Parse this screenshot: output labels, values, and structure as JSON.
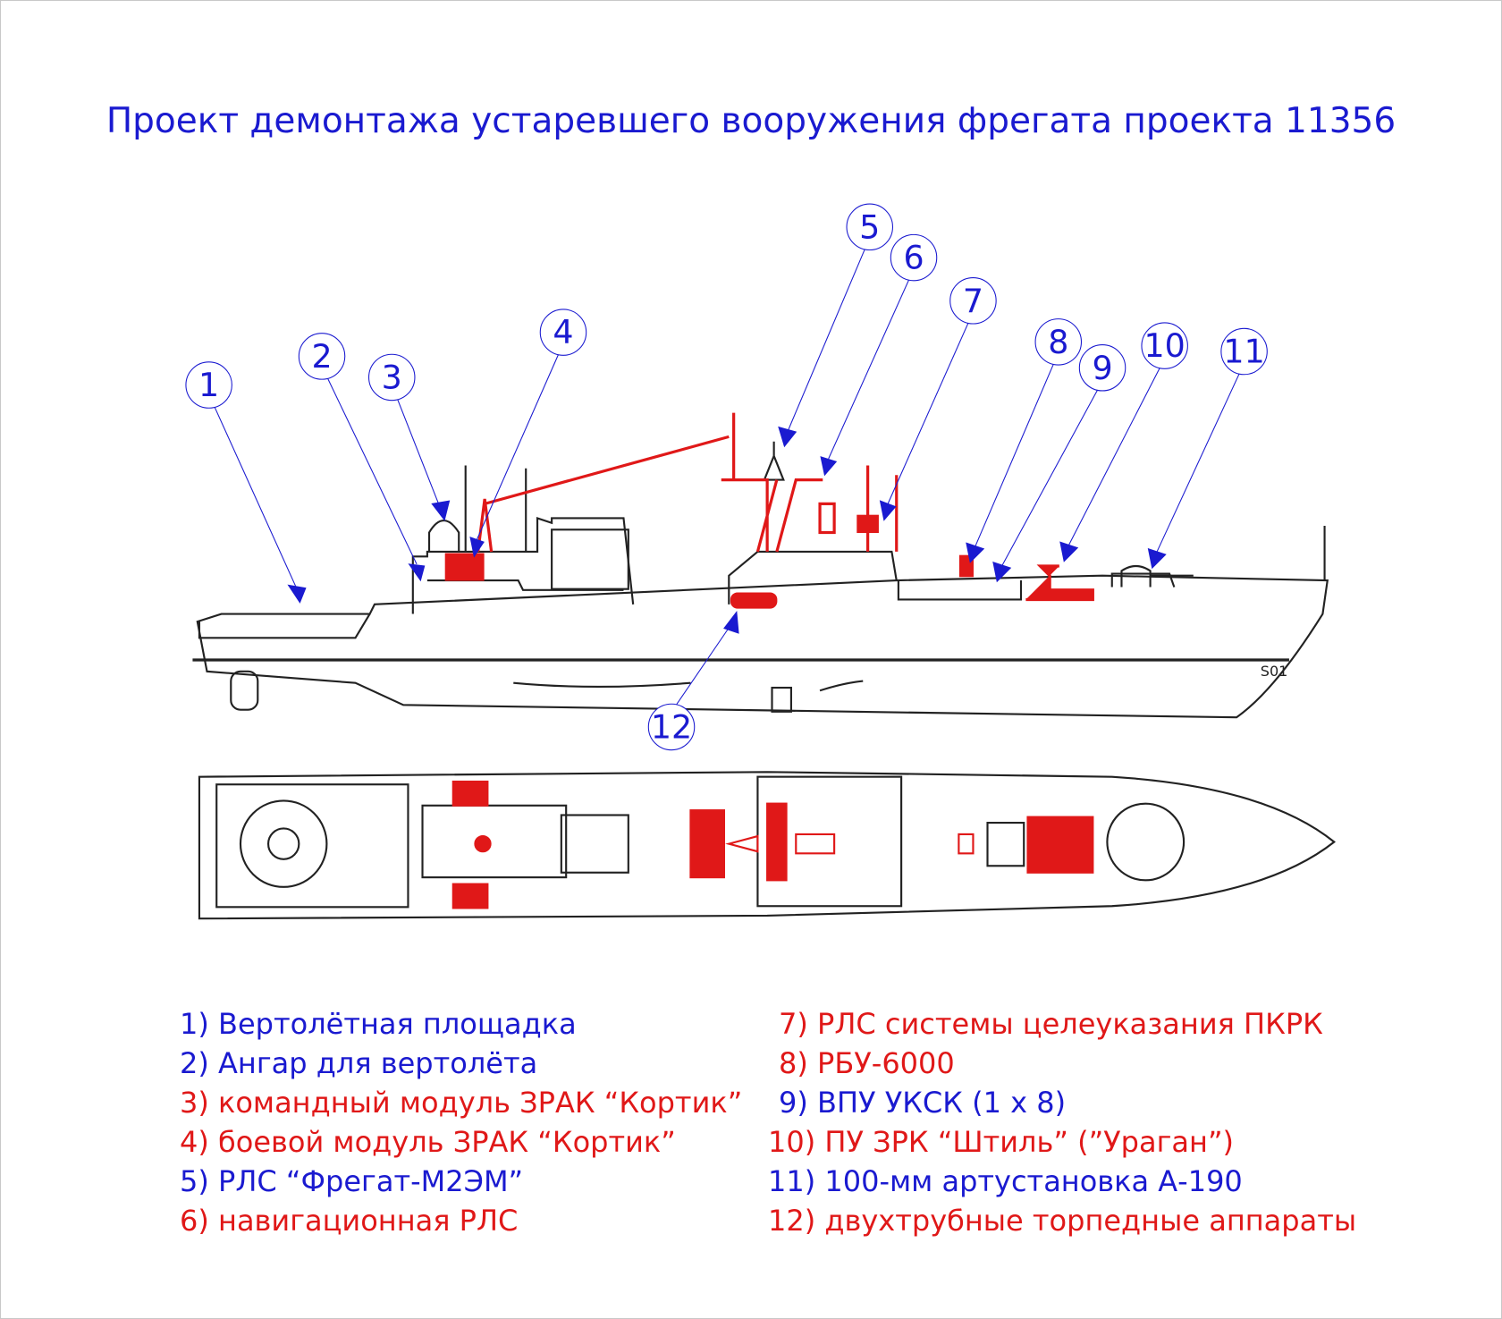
{
  "title": "Проект демонтажа устаревшего вооружения фрегата проекта 11356",
  "colors": {
    "blue": "#1a1ad0",
    "red": "#e01818",
    "line": "#222222"
  },
  "hull_number": "S01",
  "callouts": [
    "1",
    "2",
    "3",
    "4",
    "5",
    "6",
    "7",
    "8",
    "9",
    "10",
    "11",
    "12"
  ],
  "legend": [
    {
      "text": "1) Вертолётная площадка",
      "color": "#1a1ad0"
    },
    {
      "text": "2) Ангар для вертолёта",
      "color": "#1a1ad0"
    },
    {
      "text": "3) командный модуль ЗРАК “Кортик”",
      "color": "#e01818"
    },
    {
      "text": "4) боевой модуль ЗРАК “Кортик”",
      "color": "#e01818"
    },
    {
      "text": "5) РЛС “Фрегат-М2ЭМ”",
      "color": "#1a1ad0"
    },
    {
      "text": "6) навигационная РЛС",
      "color": "#e01818"
    },
    {
      "text": "7) РЛС системы целеуказания ПКРК",
      "color": "#e01818"
    },
    {
      "text": "8) РБУ-6000",
      "color": "#e01818"
    },
    {
      "text": "9) ВПУ УКСК (1 x 8)",
      "color": "#1a1ad0"
    },
    {
      "text": "10) ПУ ЗРК “Штиль” (”Ураган”)",
      "color": "#e01818"
    },
    {
      "text": "11) 100-мм артустановка А-190",
      "color": "#1a1ad0"
    },
    {
      "text": "12) двухтрубные торпедные аппараты",
      "color": "#e01818"
    }
  ]
}
